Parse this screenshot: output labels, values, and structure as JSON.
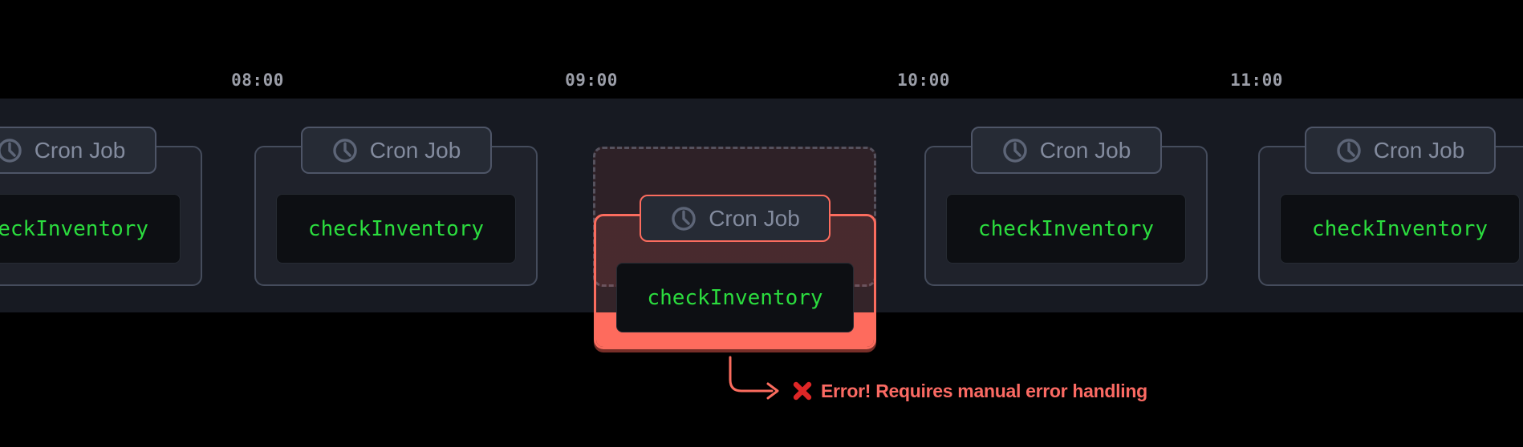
{
  "timeline": {
    "labels": [
      {
        "text": "08:00"
      },
      {
        "text": "09:00"
      },
      {
        "text": "10:00"
      },
      {
        "text": "11:00"
      }
    ]
  },
  "job": {
    "badge": "Cron Job",
    "badge_icon": "clock-icon",
    "function_name": "checkInventory"
  },
  "failed_job": {
    "badge": "Cron Job",
    "badge_icon": "clock-icon",
    "function_name": "checkInventory",
    "state": "error"
  },
  "error_callout": {
    "icon": "cross-mark-icon",
    "text": "Error! Requires manual error handling"
  },
  "colors": {
    "background": "#000000",
    "band": "#171a22",
    "card_background": "#1f222b",
    "card_border": "#454c5c",
    "badge_text": "#838b9e",
    "function_green": "#2bdc3e",
    "time_label": "#9b9ea8",
    "error_red": "#fb6c5e",
    "cross_red": "#dd2626"
  }
}
